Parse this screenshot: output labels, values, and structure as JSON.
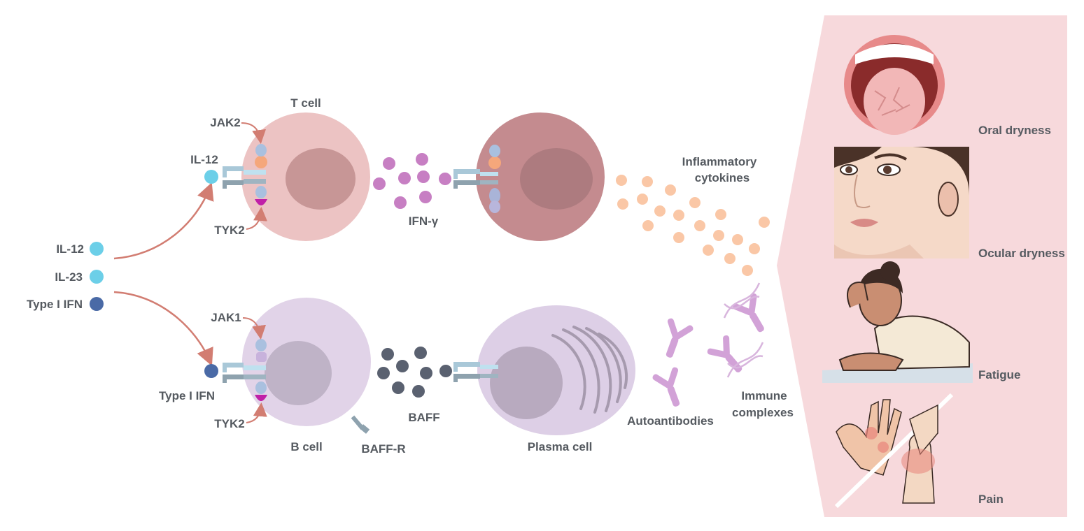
{
  "left_legend": {
    "items": [
      {
        "label": "IL-12",
        "color": "#6ccfe8"
      },
      {
        "label": "IL-23",
        "color": "#6ccfe8"
      },
      {
        "label": "Type I IFN",
        "color": "#4a6aa6"
      }
    ]
  },
  "t_pathway": {
    "cell_label": "T cell",
    "ligand_label": "IL-12",
    "kinase_top": "JAK2",
    "kinase_bottom": "TYK2",
    "mediator_label": "IFN-γ",
    "output_label_line1": "Inflammatory",
    "output_label_line2": "cytokines"
  },
  "b_pathway": {
    "cell_label": "B cell",
    "ligand_label": "Type I IFN",
    "kinase_top": "JAK1",
    "kinase_bottom": "TYK2",
    "receptor_label": "BAFF-R",
    "mediator_label": "BAFF",
    "plasma_label": "Plasma cell",
    "antibody_label": "Autoantibodies",
    "complex_label_line1": "Immune",
    "complex_label_line2": "complexes"
  },
  "symptoms": {
    "items": [
      {
        "label": "Oral dryness",
        "icon": "mouth-illustration"
      },
      {
        "label": "Ocular dryness",
        "icon": "face-illustration"
      },
      {
        "label": "Fatigue",
        "icon": "fatigued-person-illustration"
      },
      {
        "label": "Pain",
        "icon": "hand-knee-joint-illustration"
      }
    ]
  },
  "colors": {
    "arrow": "#d27d72",
    "t_cell": "#ecc3c3",
    "effector_cell": "#c48b8f",
    "b_cell": "#e1d3e8",
    "plasma_cell": "#ddcfe6",
    "ifn_gamma": "#c77fc3",
    "baff": "#5a6170",
    "cytokine": "#fac7a6",
    "antibody": "#d2a2d7",
    "panel": "#f7d9dc"
  }
}
